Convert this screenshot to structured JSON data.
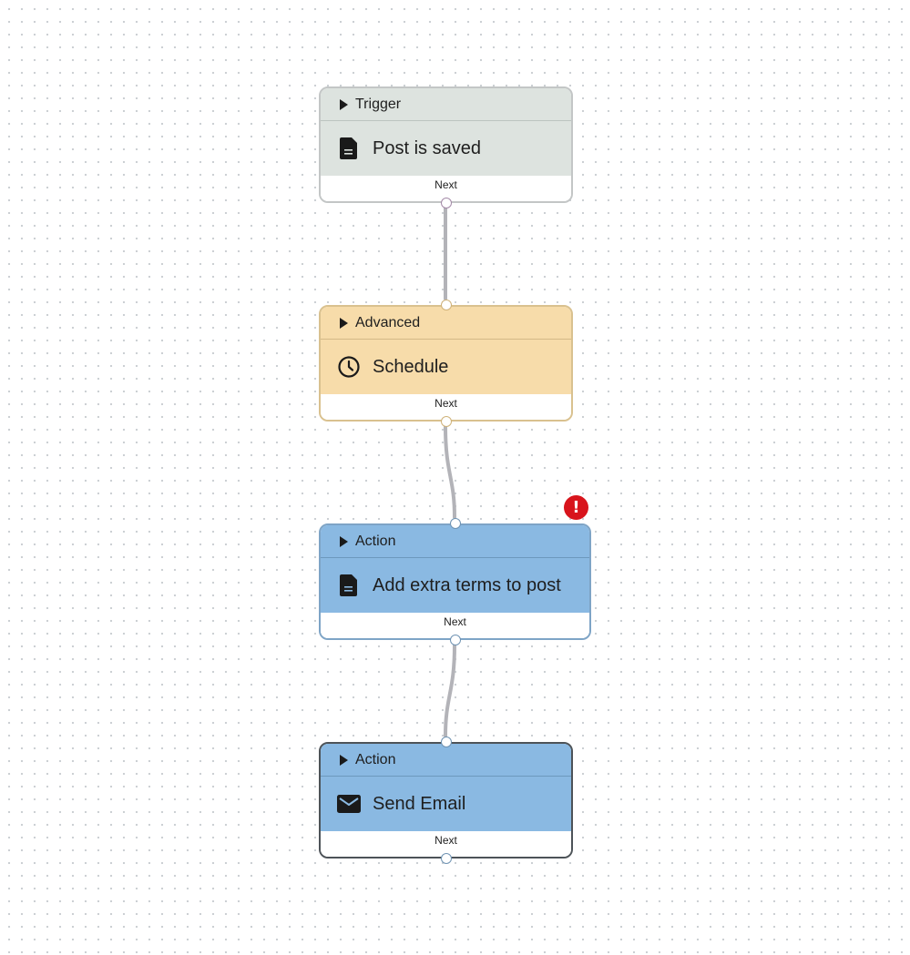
{
  "workflow": {
    "nodes": [
      {
        "type_label": "Trigger",
        "title": "Post is saved",
        "icon": "document-icon",
        "footer_label": "Next",
        "color": "#dde3df"
      },
      {
        "type_label": "Advanced",
        "title": "Schedule",
        "icon": "clock-icon",
        "footer_label": "Next",
        "color": "#f7dcaa"
      },
      {
        "type_label": "Action",
        "title": "Add extra terms to post",
        "icon": "document-icon",
        "footer_label": "Next",
        "color": "#8ab9e2",
        "has_error": true
      },
      {
        "type_label": "Action",
        "title": "Send Email",
        "icon": "mail-icon",
        "footer_label": "Next",
        "color": "#8ab9e2"
      }
    ],
    "error_badge": {
      "symbol": "!",
      "color": "#d8141c"
    },
    "edge_color": "#b3b3b8"
  }
}
